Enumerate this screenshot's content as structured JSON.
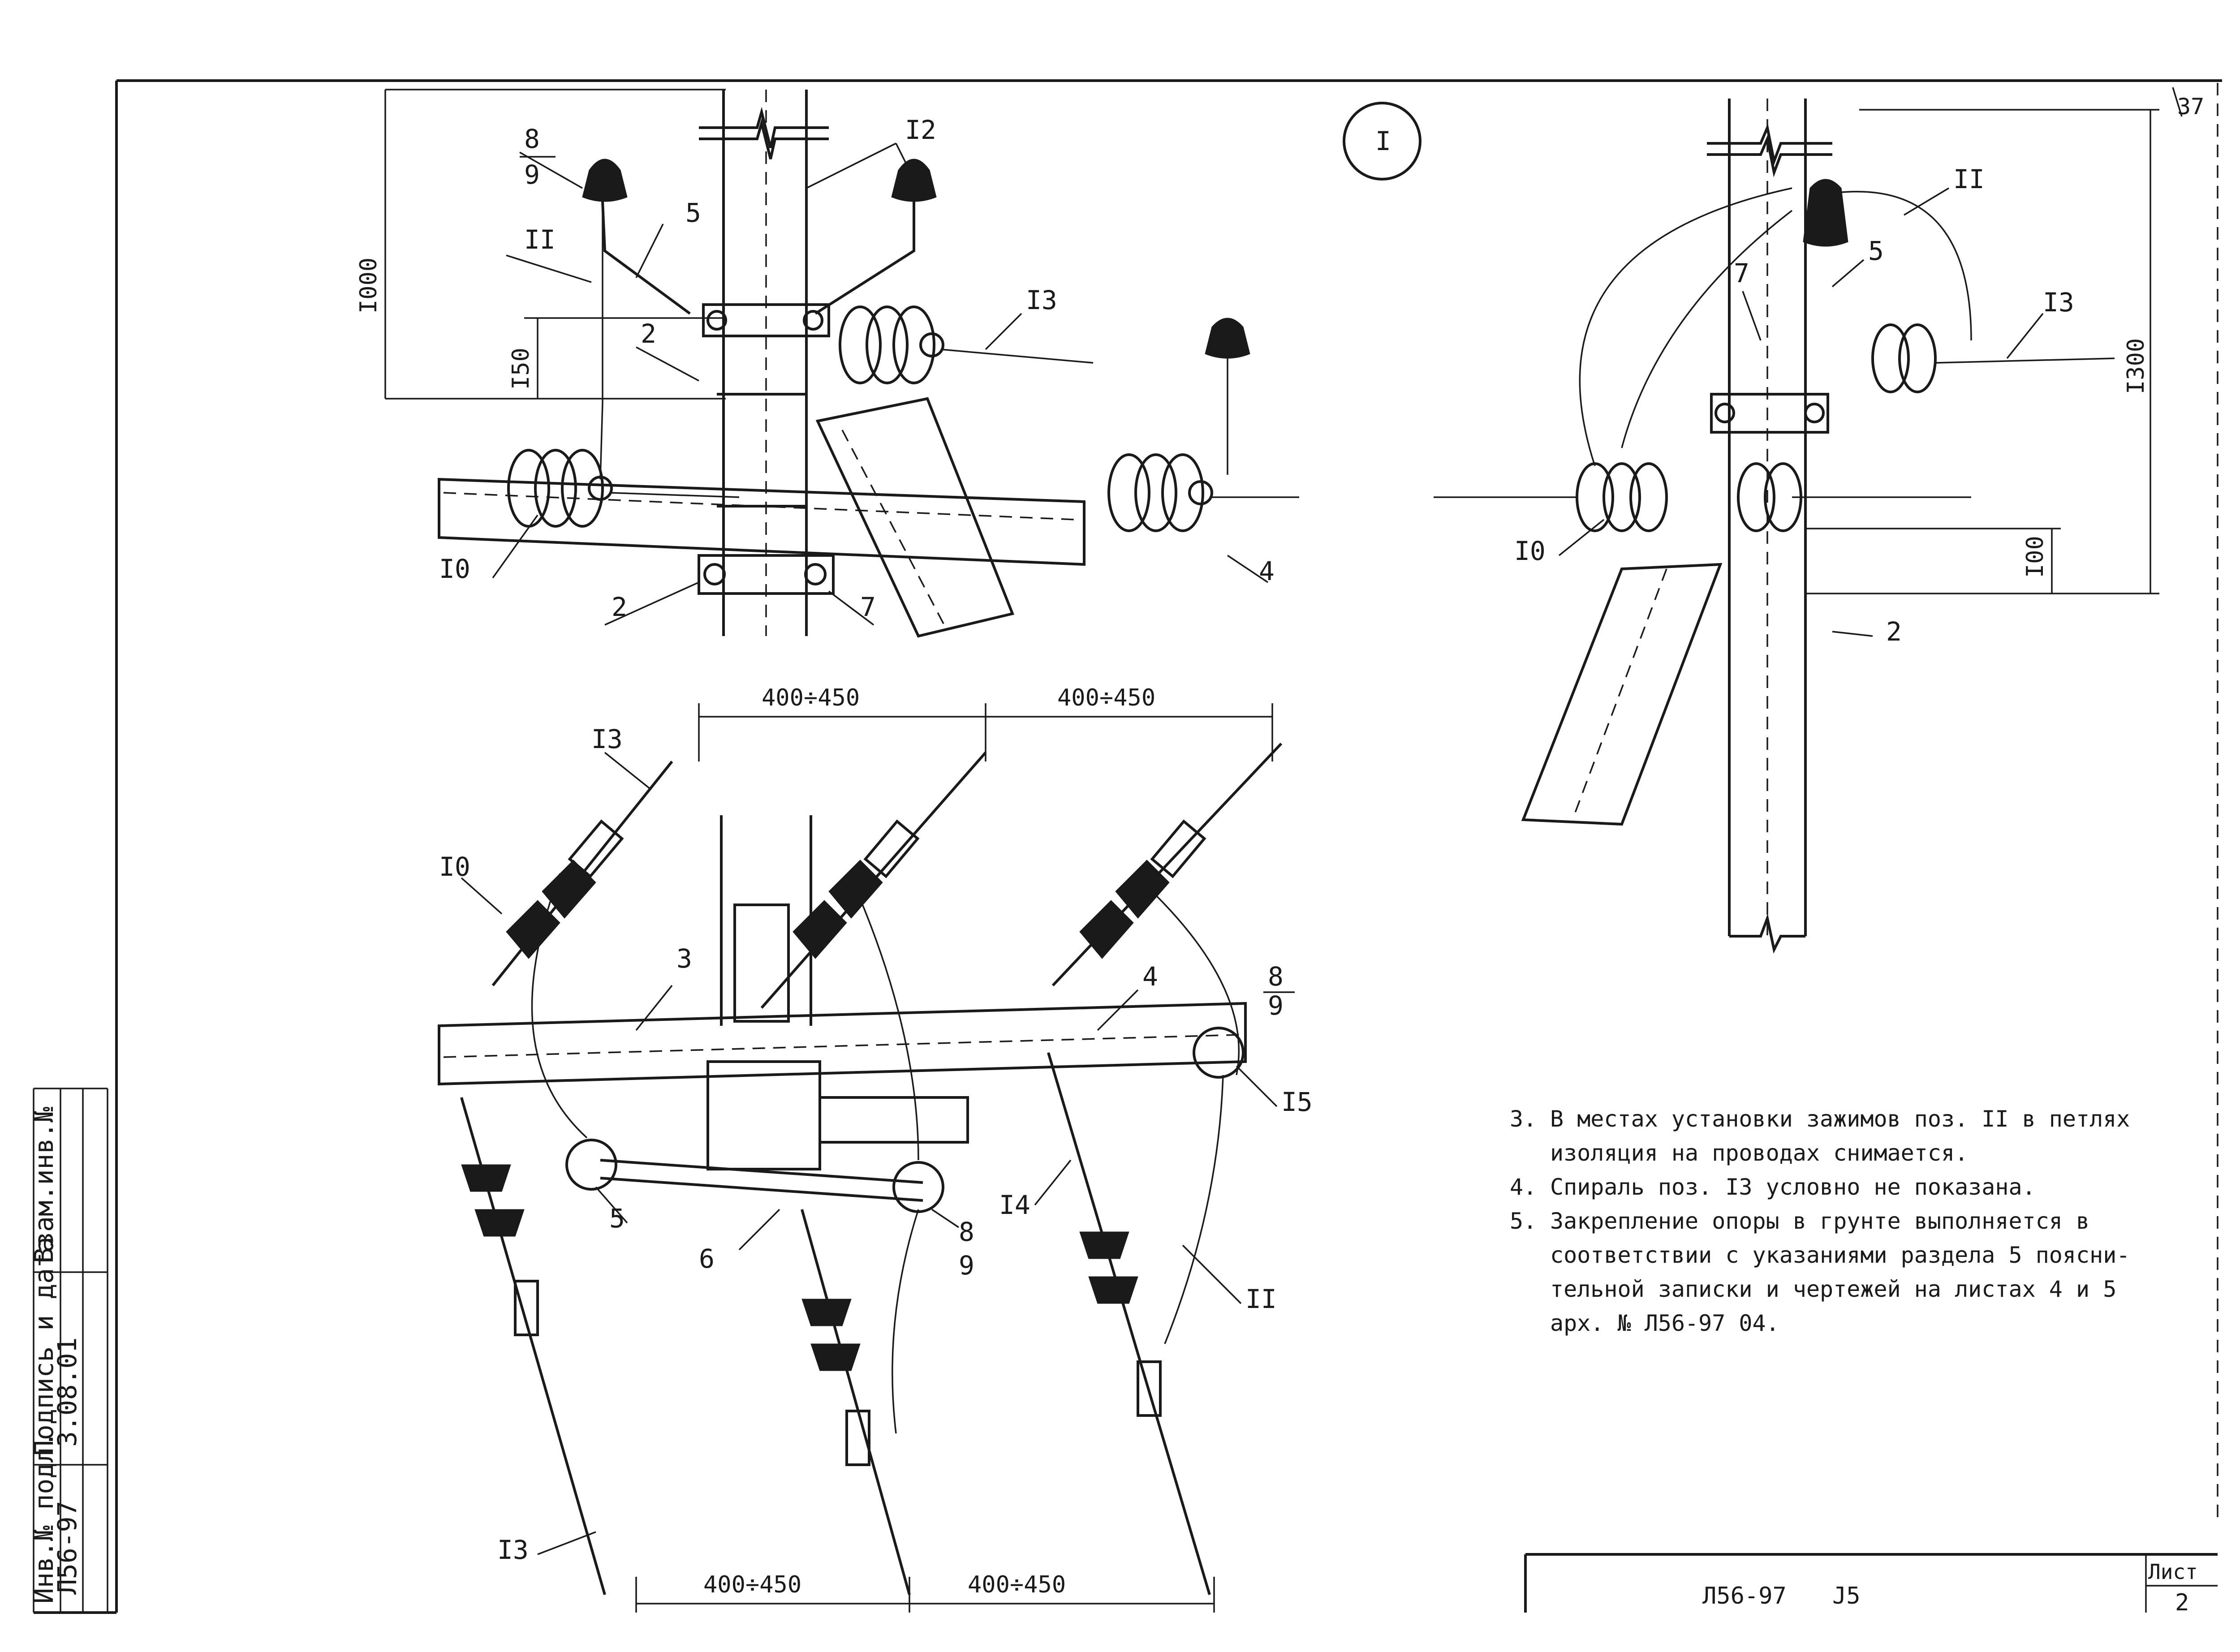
{
  "sheet": {
    "view_marker": "I",
    "page_corner_number": "37",
    "doc_code": "Л56-97",
    "doc_sub": "J5",
    "sheet_label": "Лист",
    "sheet_number": "2"
  },
  "side_stamp": {
    "inv_label": "Инв.№ подл.",
    "inv_value": "Л56-97",
    "sign_label": "Подпись и дата",
    "sign_value": "3.08.01",
    "replace_label": "Взам.инв.№"
  },
  "view_top_left": {
    "dims": [
      "I000",
      "I50"
    ],
    "callouts": [
      "8",
      "9",
      "II",
      "5",
      "I2",
      "2",
      "I3",
      "I0",
      "2",
      "7",
      "4"
    ]
  },
  "view_top_right": {
    "dims": [
      "I300",
      "I00"
    ],
    "callouts": [
      "7",
      "II",
      "5",
      "I3",
      "I0",
      "2"
    ]
  },
  "view_plan": {
    "dims_top": [
      "400÷450",
      "400÷450"
    ],
    "dims_bottom": [
      "400÷450",
      "400÷450"
    ],
    "callouts": [
      "I3",
      "I0",
      "3",
      "4",
      "8",
      "9",
      "I5",
      "5",
      "6",
      "8",
      "9",
      "I4",
      "II",
      "I3"
    ]
  },
  "notes": [
    {
      "num": "3.",
      "text": "В местах установки зажимов поз. II в петлях\nизоляция на проводах снимается."
    },
    {
      "num": "4.",
      "text": "Спираль поз. I3 условно не показана."
    },
    {
      "num": "5.",
      "text": "Закрепление опоры в грунте выполняется в\nсоответствии с указаниями раздела 5 поясни-\nтельной записки и чертежей на листах 4 и 5\nарх. № Л56-97 04."
    }
  ]
}
